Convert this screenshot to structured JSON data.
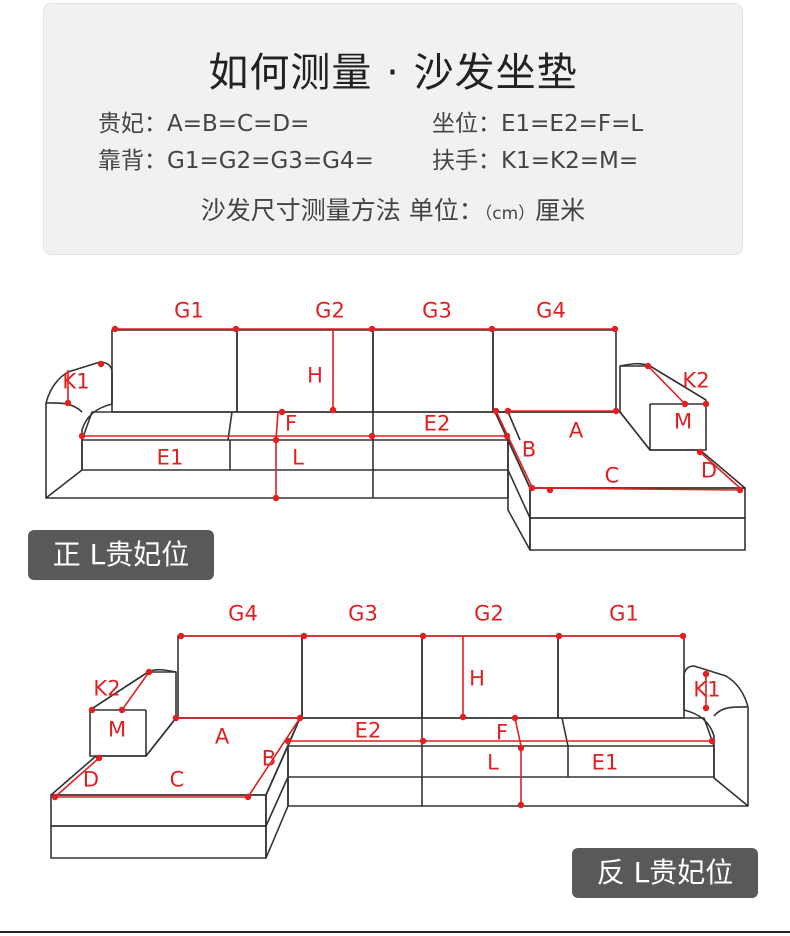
{
  "header": {
    "title": "如何测量 · 沙发坐垫",
    "line1_left": "贵妃：A=B=C=D=",
    "line1_right": "坐位：E1=E2=F=L",
    "line2_left": "靠背：G1=G2=G3=G4=",
    "line2_right": "扶手：K1=K2=M=",
    "unit_prefix": "沙发尺寸测量方法  单位：",
    "unit_cm": "（cm）",
    "unit_suffix": "厘米"
  },
  "diagram_top": {
    "badge": "正 L贵妃位",
    "labels": {
      "g1": "G1",
      "g2": "G2",
      "g3": "G3",
      "g4": "G4",
      "h": "H",
      "k1": "K1",
      "k2": "K2",
      "m": "M",
      "f": "F",
      "e2": "E2",
      "a": "A",
      "e1": "E1",
      "l": "L",
      "b": "B",
      "c": "C",
      "d": "D"
    }
  },
  "diagram_bottom": {
    "badge": "反 L贵妃位",
    "labels": {
      "g4": "G4",
      "g3": "G3",
      "g2": "G2",
      "g1": "G1",
      "h": "H",
      "k2": "K2",
      "k1": "K1",
      "m": "M",
      "a": "A",
      "e2": "E2",
      "f": "F",
      "b": "B",
      "d": "D",
      "c": "C",
      "l": "L",
      "e1": "E1"
    }
  },
  "colors": {
    "measure": "#e02020",
    "badge_bg": "#595959",
    "header_bg": "#f1f1f1"
  }
}
